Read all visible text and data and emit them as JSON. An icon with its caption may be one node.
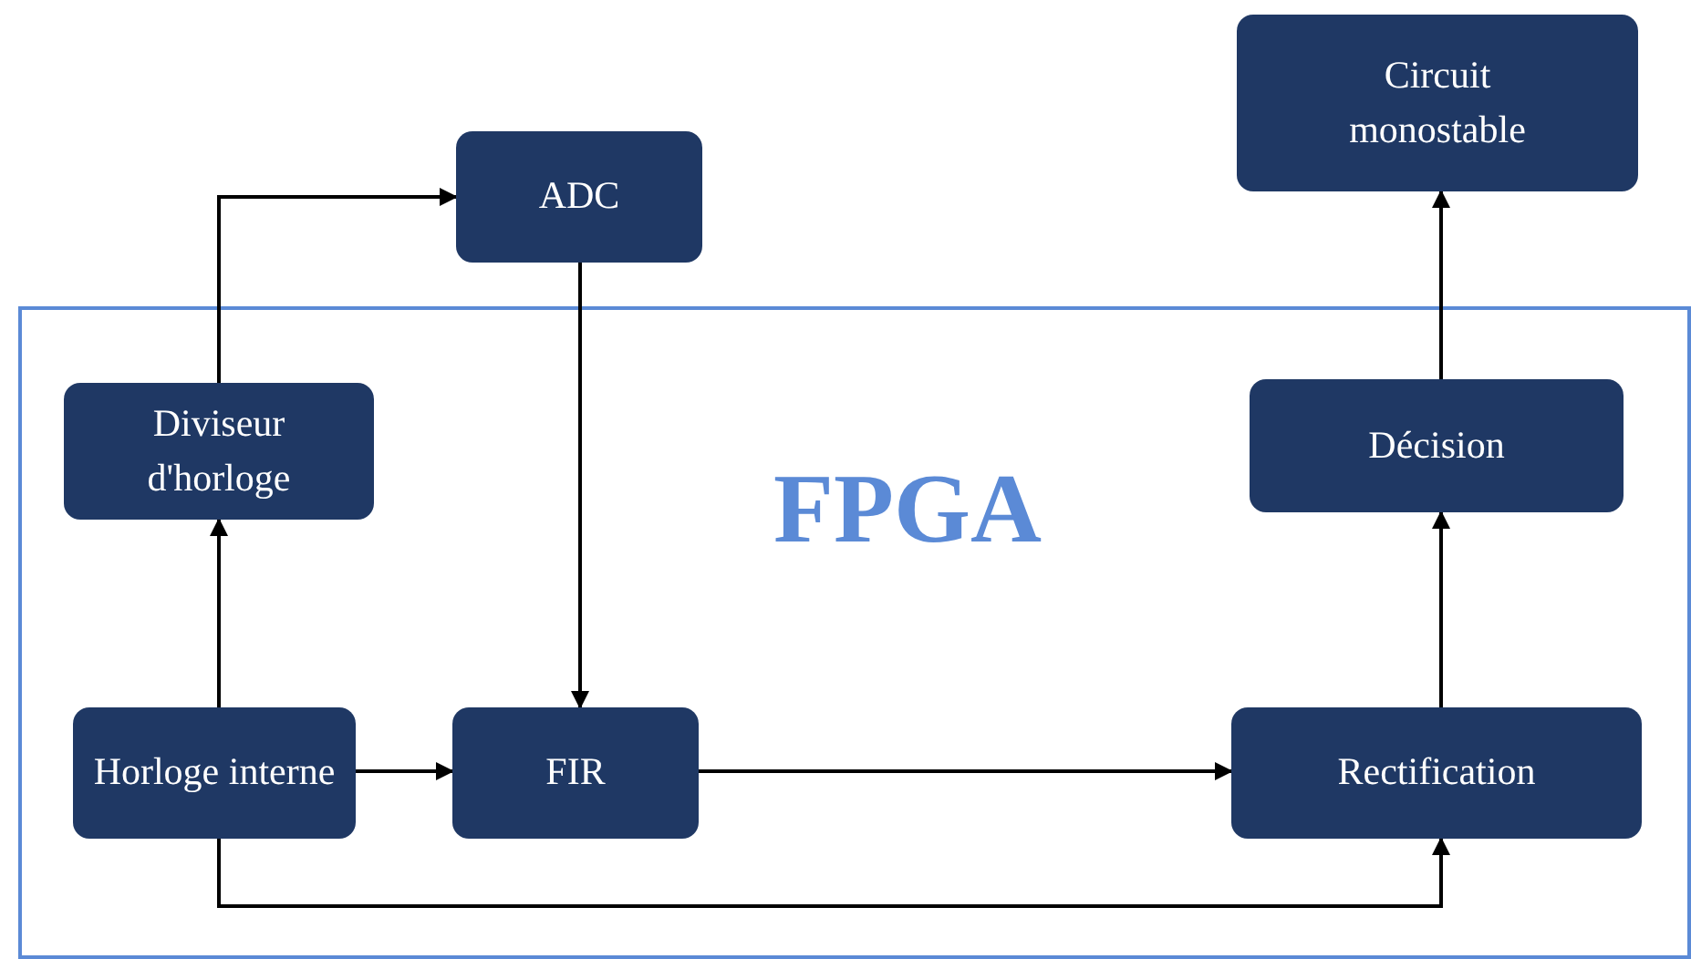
{
  "diagram": {
    "nodes": [
      {
        "text": [
          "FPGA"
        ]
      },
      {
        "text": [
          "ADC"
        ]
      },
      {
        "text": [
          "Circuit monostable"
        ]
      },
      {
        "text": [
          "Diviseur d'horloge"
        ],
        "in": 0
      },
      {
        "text": [
          "Décision"
        ],
        "in": 0
      },
      {
        "text": [
          "Horloge interne"
        ],
        "in": 0
      },
      {
        "text": [
          "FIR"
        ],
        "in": 0
      },
      {
        "text": [
          "Rectification"
        ],
        "in": 0
      }
    ],
    "edges": [
      {
        "from": 5,
        "to": 3,
        "arrow": "to"
      },
      {
        "from": 3,
        "to": 1,
        "arrow": "to"
      },
      {
        "from": 1,
        "to": 6,
        "arrow": "to"
      },
      {
        "from": 5,
        "to": 6,
        "arrow": "to"
      },
      {
        "from": 6,
        "to": 7,
        "arrow": "to"
      },
      {
        "from": 5,
        "to": 7,
        "arrow": "to"
      },
      {
        "from": 7,
        "to": 4,
        "arrow": "to"
      },
      {
        "from": 4,
        "to": 2,
        "arrow": "to"
      }
    ]
  }
}
